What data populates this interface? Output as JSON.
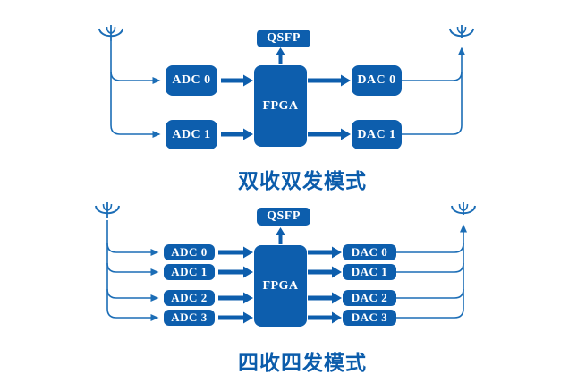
{
  "colors": {
    "block_fill": "#0d5ead",
    "connector_line": "#1b6db6",
    "title_text": "#0b5cab",
    "block_text": "#ffffff",
    "background": "#ffffff"
  },
  "icons": {
    "antenna": "antenna-icon",
    "arrow": "arrow-icon"
  },
  "diagram_top": {
    "title": "双收双发模式",
    "qsfp": "QSFP",
    "fpga": "FPGA",
    "adc": [
      "ADC 0",
      "ADC 1"
    ],
    "dac": [
      "DAC 0",
      "DAC 1"
    ]
  },
  "diagram_bottom": {
    "title": "四收四发模式",
    "qsfp": "QSFP",
    "fpga": "FPGA",
    "adc": [
      "ADC 0",
      "ADC 1",
      "ADC 2",
      "ADC 3"
    ],
    "dac": [
      "DAC 0",
      "DAC 1",
      "DAC 2",
      "DAC 3"
    ]
  }
}
